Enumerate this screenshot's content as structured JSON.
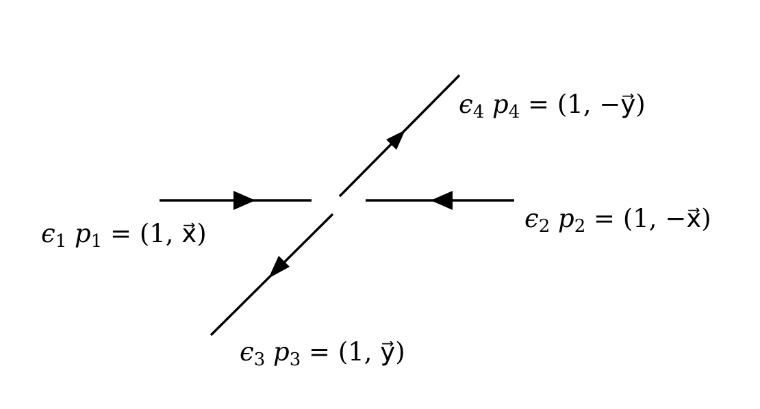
{
  "diagram": {
    "particles": [
      {
        "id": "incoming-1",
        "polarization": "ϵ",
        "polarization_index": "1",
        "momentum_symbol": "p",
        "momentum_index": "1",
        "equals": "=",
        "momentum_value": "(1, x⃗)"
      },
      {
        "id": "incoming-2",
        "polarization": "ϵ",
        "polarization_index": "2",
        "momentum_symbol": "p",
        "momentum_index": "2",
        "equals": "=",
        "momentum_value": "(1, −x⃗)"
      },
      {
        "id": "outgoing-3",
        "polarization": "ϵ",
        "polarization_index": "3",
        "momentum_symbol": "p",
        "momentum_index": "3",
        "equals": "=",
        "momentum_value": "(1, y⃗)"
      },
      {
        "id": "outgoing-4",
        "polarization": "ϵ",
        "polarization_index": "4",
        "momentum_symbol": "p",
        "momentum_index": "4",
        "equals": "=",
        "momentum_value": "(1, −y⃗)"
      }
    ],
    "line_color": "#000000",
    "background_color": "#ffffff"
  }
}
